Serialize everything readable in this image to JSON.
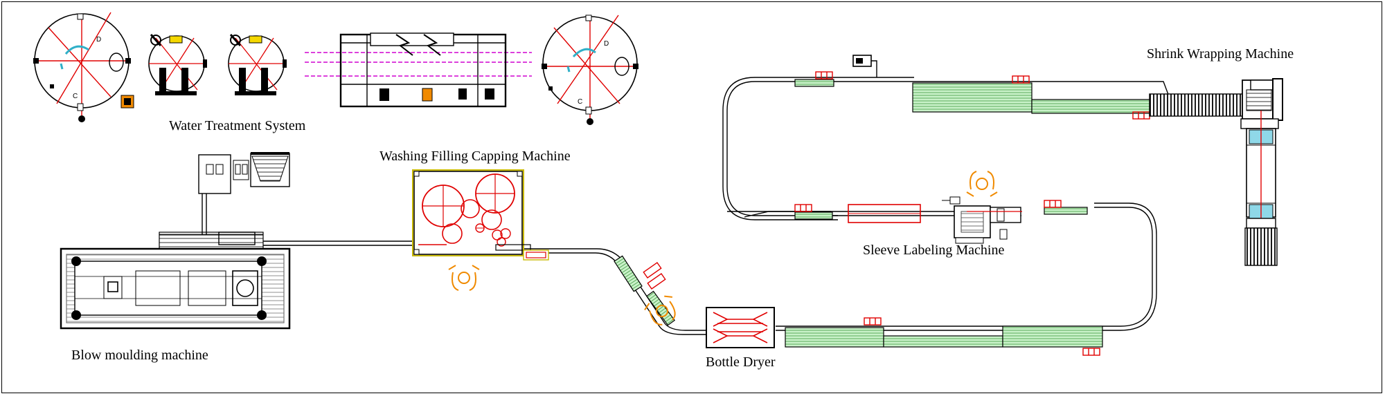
{
  "labels": {
    "water_treatment": "Water Treatment System",
    "washing_filling_capping": "Washing Filling Capping Machine",
    "shrink_wrapping": "Shrink Wrapping Machine",
    "sleeve_labeling": "Sleeve Labeling Machine",
    "blow_moulding": "Blow moulding machine",
    "bottle_dryer": "Bottle Dryer"
  },
  "tank_letters": {
    "d": "D",
    "c": "C"
  },
  "colors": {
    "line": "#000000",
    "detail": "#e00000",
    "conveyor_fill": "#9be39b",
    "operator": "#f08a00",
    "pipe": "#d100d1",
    "water": "#30b0c8"
  }
}
